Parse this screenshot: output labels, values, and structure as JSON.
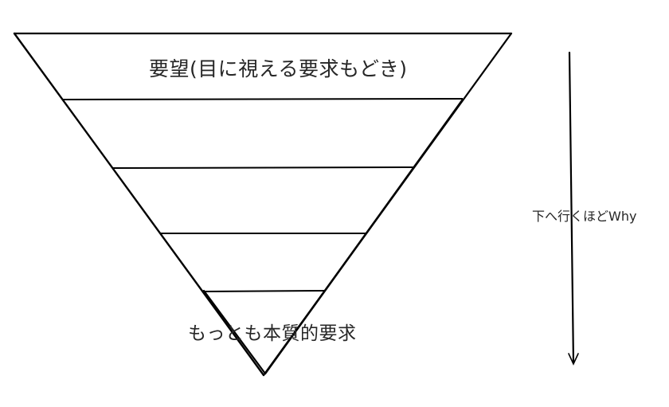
{
  "diagram": {
    "type": "inverted-pyramid",
    "stroke_color": "#000000",
    "background_color": "#ffffff",
    "levels": [
      {
        "index": 0,
        "label": "要望(目に視える要求もどき)",
        "position": "top"
      },
      {
        "index": 1,
        "label": ""
      },
      {
        "index": 2,
        "label": ""
      },
      {
        "index": 3,
        "label": ""
      },
      {
        "index": 4,
        "label": "もっとも本質的要求",
        "position": "bottom"
      }
    ],
    "top_label": "要望(目に視える要求もどき)",
    "bottom_label": "もっとも本質的要求",
    "arrow": {
      "direction": "down",
      "label": "下へ行くほどWhy"
    }
  }
}
